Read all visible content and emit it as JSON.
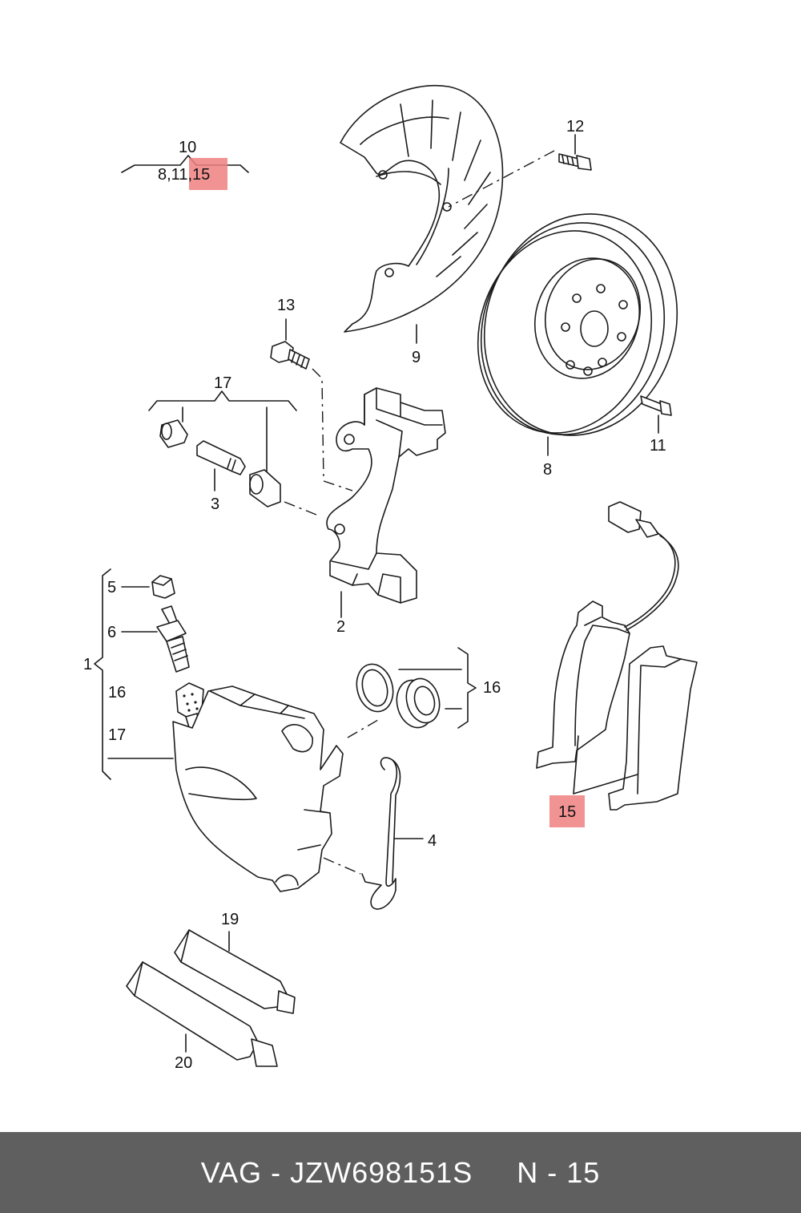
{
  "header": {
    "group_ref": "10",
    "group_items_a": "8,11,",
    "group_items_b": "15"
  },
  "callouts": {
    "c1": "1",
    "c2": "2",
    "c3": "3",
    "c4": "4",
    "c5": "5",
    "c6": "6",
    "c8": "8",
    "c9": "9",
    "c11": "11",
    "c12": "12",
    "c13": "13",
    "c15": "15",
    "c16a": "16",
    "c16b": "16",
    "c17a": "17",
    "c17b": "17",
    "c19": "19",
    "c20": "20"
  },
  "highlight_color": "#f08080",
  "footer": {
    "text": "VAG - JZW698151S     N - 15"
  }
}
